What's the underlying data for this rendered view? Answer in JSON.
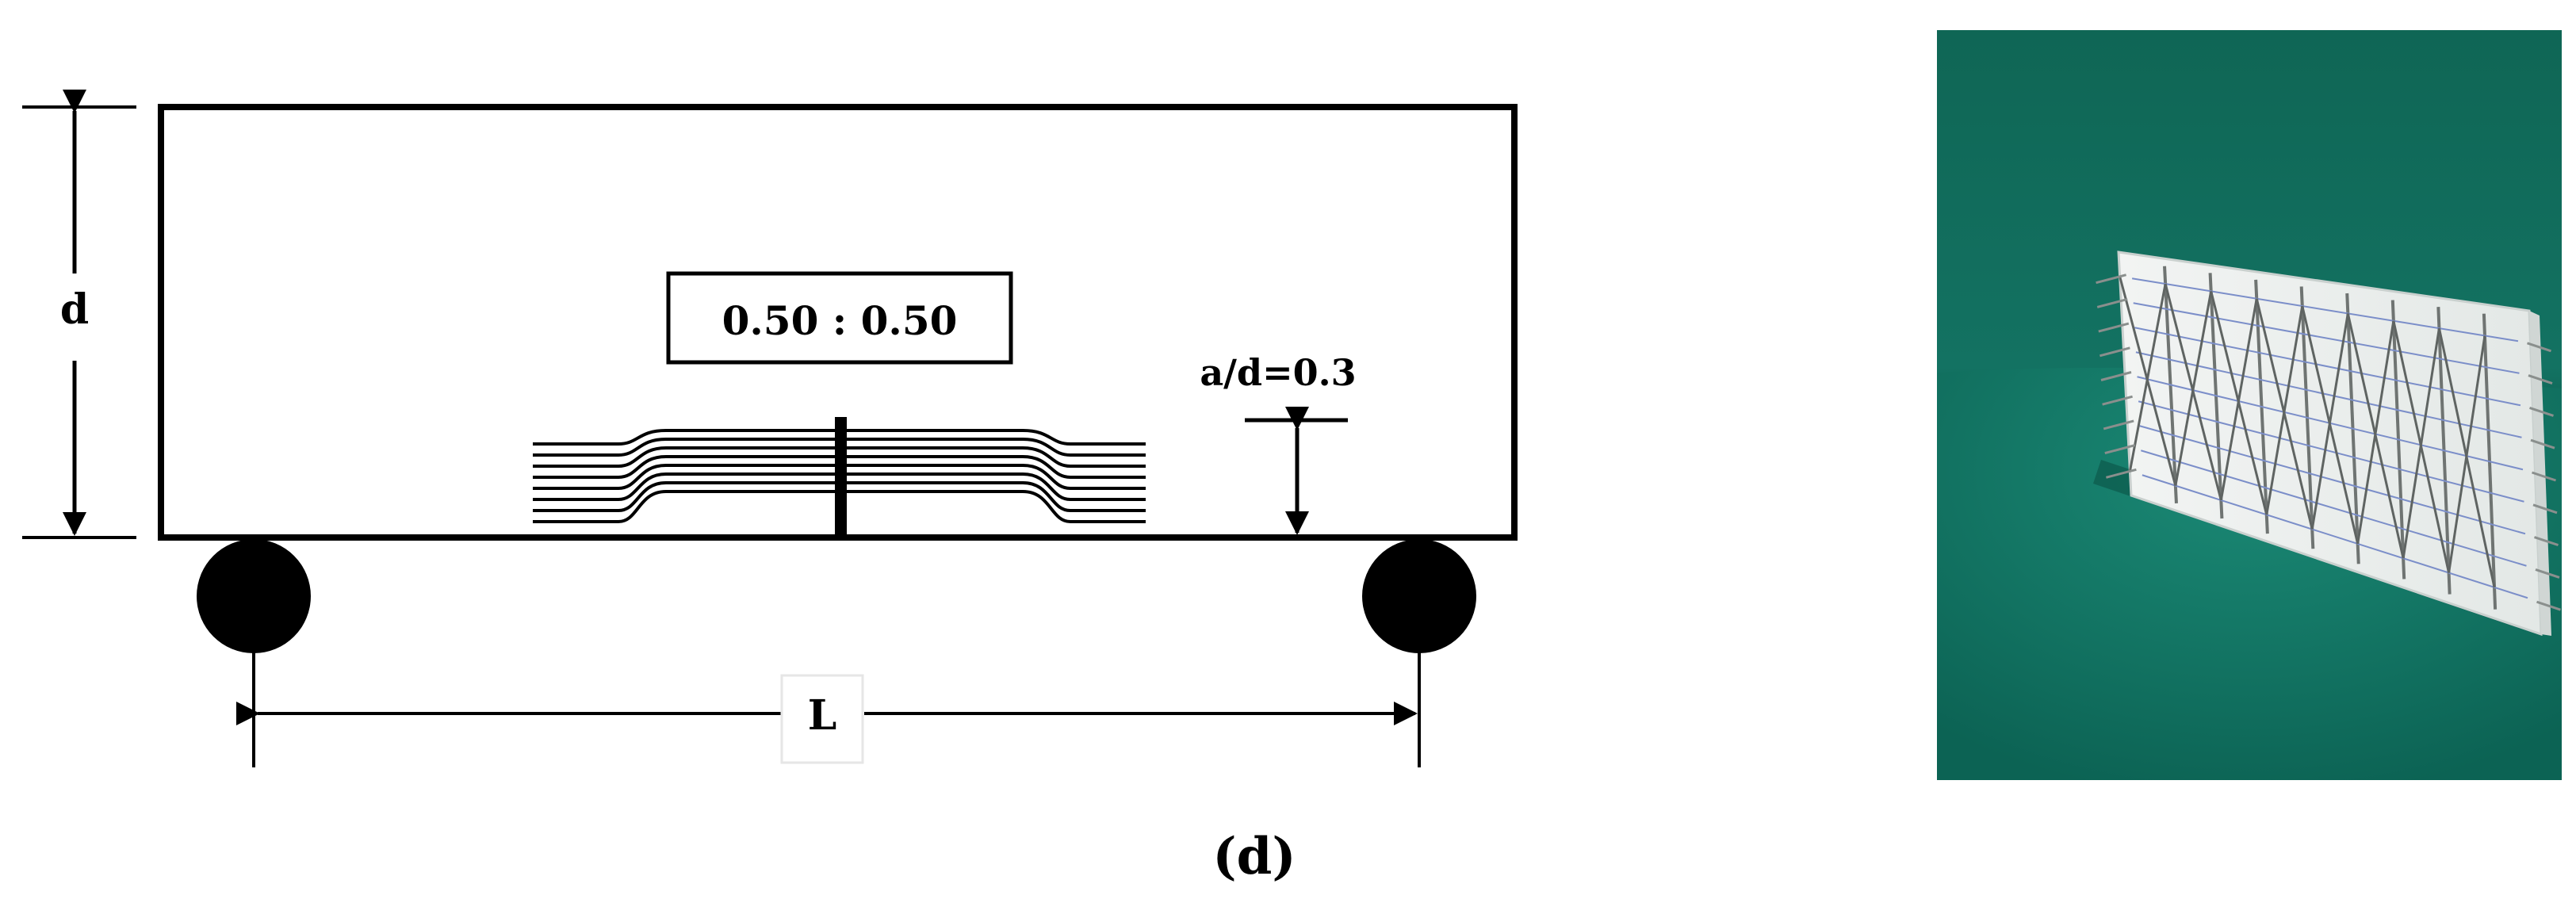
{
  "diagram": {
    "depth_label": "d",
    "span_label": "L",
    "ratio_label": "0.50 : 0.50",
    "crack_depth_label": "a/d=0.3",
    "panel_label": "(d)"
  },
  "photo": {
    "description_icon": "fiber-mesh-specimen-photo"
  }
}
